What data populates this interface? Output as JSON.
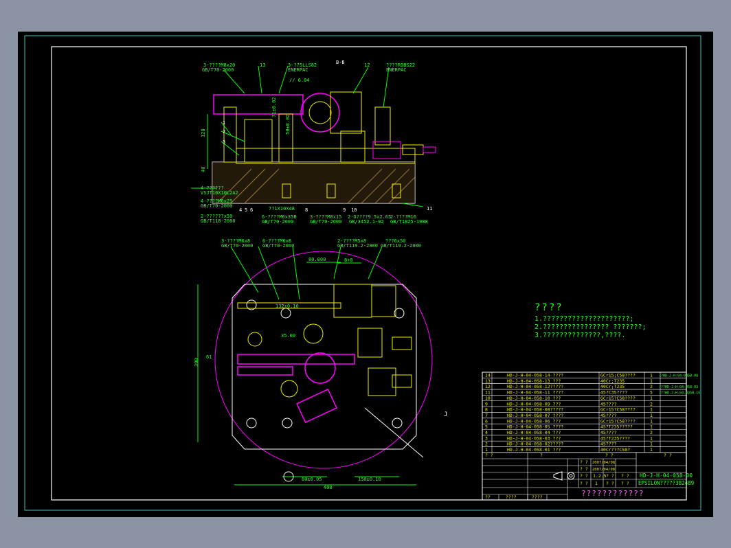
{
  "colors": {
    "background": "#000000",
    "frame_cyan": "#39c6c6",
    "border_white": "#ffffff",
    "part_yellow": "#f0f000",
    "part_magenta": "#ff00ff",
    "dim_green": "#00ff00",
    "text_green": "#2bff2b",
    "desktop_gray": "#8a94a3"
  },
  "front_view": {
    "section_mark": "B-B",
    "callouts_top": [
      {
        "id": "c1",
        "line1": "3-????M8x20",
        "line2": "GB/T70-2000"
      },
      {
        "id": "c2",
        "line1": "13",
        "line2": ""
      },
      {
        "id": "c3",
        "line1": "3-??5LLS82",
        "line2": "ENERPAC"
      },
      {
        "id": "c4",
        "line1": "12",
        "line2": ""
      },
      {
        "id": "c5",
        "line1": "????ROBS22",
        "line2": "ENERPAC"
      }
    ],
    "tolerance_box": "// 0.04",
    "dims_vertical": [
      "120",
      "40",
      "71±0.02",
      "50±0.02"
    ],
    "callouts_left": [
      {
        "id": "l1",
        "text": "1"
      },
      {
        "id": "l2",
        "text": "2"
      },
      {
        "id": "l3",
        "text": "3"
      },
      {
        "id": "l4a",
        "text": "4-??????"
      },
      {
        "id": "l4b",
        "text": "VSJT10X10L2A2"
      },
      {
        "id": "l5a",
        "text": "4-????M6x25"
      },
      {
        "id": "l5b",
        "text": "GB/T70-2000"
      },
      {
        "id": "l6a",
        "text": "2-??????x50"
      },
      {
        "id": "l6b",
        "text": "GB/T118-2000"
      }
    ],
    "callouts_bottom": [
      {
        "id": "b1",
        "text": "4"
      },
      {
        "id": "b2",
        "text": "5"
      },
      {
        "id": "b3",
        "text": "6"
      },
      {
        "id": "b4",
        "text": "7?1X10X48"
      },
      {
        "id": "b5",
        "text": "8"
      },
      {
        "id": "b6a",
        "text": "6-????M6x35B"
      },
      {
        "id": "b6b",
        "text": "GB/T70-2000"
      },
      {
        "id": "b7a",
        "text": "3-????M8x15"
      },
      {
        "id": "b7b",
        "text": "GB/T70-2000"
      },
      {
        "id": "b8",
        "text": "9"
      },
      {
        "id": "b9",
        "text": "10"
      },
      {
        "id": "b10a",
        "text": "2-O????9.5x2.65"
      },
      {
        "id": "b10b",
        "text": "GB/3452.1-92"
      },
      {
        "id": "b11a",
        "text": "2-????M16"
      },
      {
        "id": "b11b",
        "text": "GB/T1825-1988"
      },
      {
        "id": "b12",
        "text": "11"
      }
    ]
  },
  "top_view": {
    "callouts_top": [
      {
        "id": "tv1a",
        "text": "3-????M6x8"
      },
      {
        "id": "tv1b",
        "text": "GB/T70-2000"
      },
      {
        "id": "tv2a",
        "text": "6-????M6x8"
      },
      {
        "id": "tv2b",
        "text": "GB/T70-2000"
      },
      {
        "id": "tv3a",
        "text": "2-????M5x8"
      },
      {
        "id": "tv3b",
        "text": "GB/T119.2-2000"
      },
      {
        "id": "tv4a",
        "text": "???6x50"
      },
      {
        "id": "tv4b",
        "text": "GB/T119.2-2000"
      }
    ],
    "dims": [
      "80.000",
      "8+0",
      "132±0.10",
      "35.00",
      "390",
      "61",
      "80±0.05",
      "150±0.10",
      "400"
    ],
    "view_label": "J"
  },
  "tech_notes": {
    "title": "????",
    "lines": [
      "1.?????????????????????;",
      "2.???????????????? ???????;",
      "3.??????????????,????."
    ]
  },
  "parts_list": {
    "rows": [
      {
        "no": "14",
        "code": "HD-J-H-04-058-14 ????",
        "material": "GCr15;C58????",
        "qty": "1",
        "note": "??HD-J-H-04-045B-08"
      },
      {
        "no": "13",
        "code": "HD-J-H-04-058-13 ???",
        "material": "40Cr;T235",
        "qty": "1",
        "note": ""
      },
      {
        "no": "12",
        "code": "HD-J-H-04-058-12?????",
        "material": "40Cr;T235",
        "qty": "2",
        "note": "???HD-J-H-04-058-03"
      },
      {
        "no": "11",
        "code": "HD-J-H-04-058-11 ????",
        "material": "45?C35????",
        "qty": "5",
        "note": "???HD-J-H-04-045B-16"
      },
      {
        "no": "10",
        "code": "HD-J-H-04-058-10 ???",
        "material": "GCr15?C58????",
        "qty": "1",
        "note": ""
      },
      {
        "no": "9",
        "code": "HD-J-H-04-058-09 ???",
        "material": "45????",
        "qty": "2",
        "note": ""
      },
      {
        "no": "8",
        "code": "HD-J-H-04-058-08?????",
        "material": "GCr15?C58????",
        "qty": "1",
        "note": ""
      },
      {
        "no": "7",
        "code": "HD-J-H-04-058-07 ????",
        "material": "45????",
        "qty": "1",
        "note": ""
      },
      {
        "no": "6",
        "code": "HD-J-H-04-058-06 ???",
        "material": "GCr15?C58????",
        "qty": "1",
        "note": ""
      },
      {
        "no": "5",
        "code": "HD-J-H-04-058-05 ????",
        "material": "45?T235?????",
        "qty": "1",
        "note": ""
      },
      {
        "no": "4",
        "code": "HD-J-H-04-058-04 ???",
        "material": "45????",
        "qty": "2",
        "note": ""
      },
      {
        "no": "3",
        "code": "HD-J-H-04-058-03 ???",
        "material": "45?T235????",
        "qty": "1",
        "note": ""
      },
      {
        "no": "2",
        "code": "HD-J-H-04-058-02?????",
        "material": "45????",
        "qty": "1",
        "note": ""
      },
      {
        "no": "1",
        "code": "HD-J-H-04-058-01 ???",
        "material": "40Cr???C58?",
        "qty": "1",
        "note": ""
      }
    ],
    "header": [
      "? ?",
      "?",
      "? ?",
      "? ?",
      "? ?",
      "? ?",
      "? ?"
    ]
  },
  "title_block": {
    "dates": [
      "2007/04/08",
      "2007/04/08"
    ],
    "marks": [
      "? ?",
      "? ?",
      "? ?",
      "? ?"
    ],
    "scale_row": [
      "? ?",
      "1.2.5",
      "? ?",
      "? ?"
    ],
    "sheet_row": [
      "? ?",
      "1",
      "? ?",
      "? ?"
    ],
    "drawing_no": "HD-J-H-04-058-00",
    "company": "EPSILON?????382489",
    "product_name": "????????????",
    "bottom_labels": [
      "??",
      "????",
      "????"
    ]
  }
}
